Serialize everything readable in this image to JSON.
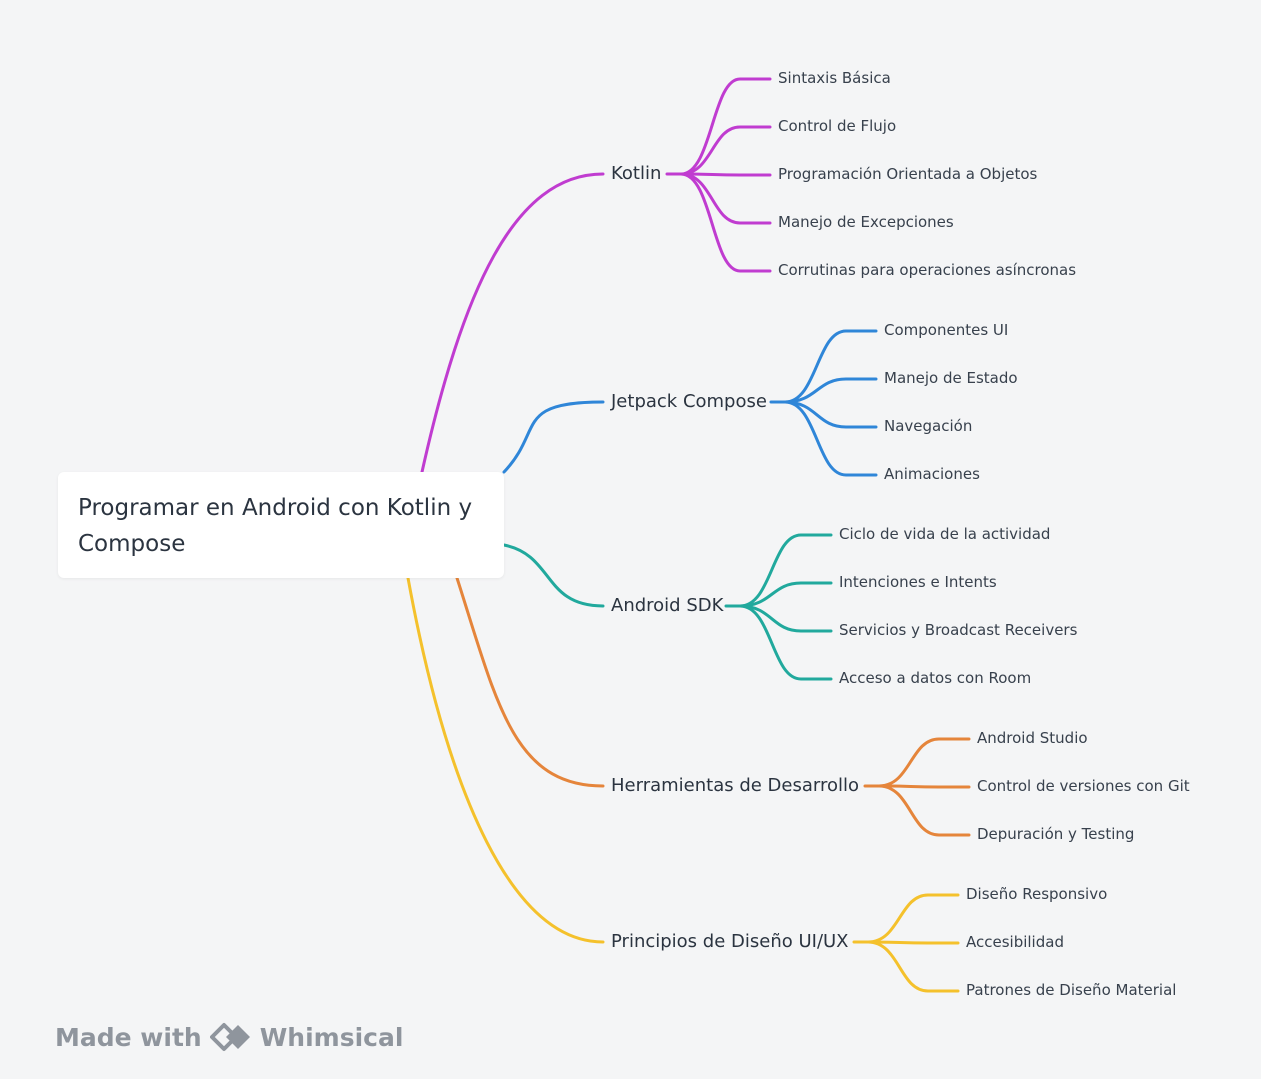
{
  "root": {
    "title": "Programar en Android con Kotlin y Compose"
  },
  "branches": [
    {
      "label": "Kotlin",
      "color": "#c03cd0",
      "children": [
        "Sintaxis Básica",
        "Control de Flujo",
        "Programación Orientada a Objetos",
        "Manejo de Excepciones",
        "Corrutinas para operaciones asíncronas"
      ]
    },
    {
      "label": "Jetpack Compose",
      "color": "#2f86d8",
      "children": [
        "Componentes UI",
        "Manejo de Estado",
        "Navegación",
        "Animaciones"
      ]
    },
    {
      "label": "Android SDK",
      "color": "#21a99d",
      "children": [
        "Ciclo de vida de la actividad",
        "Intenciones e Intents",
        "Servicios y Broadcast Receivers",
        "Acceso a datos con Room"
      ]
    },
    {
      "label": "Herramientas de Desarrollo",
      "color": "#e5853b",
      "children": [
        "Android Studio",
        "Control de versiones con Git",
        "Depuración y Testing"
      ]
    },
    {
      "label": "Principios de Diseño UI/UX",
      "color": "#f4c12c",
      "children": [
        "Diseño Responsivo",
        "Accesibilidad",
        "Patrones de Diseño Material"
      ]
    }
  ],
  "footer": {
    "made_with": "Made with",
    "brand": "Whimsical",
    "logo_icon": "whimsical-logo-icon"
  }
}
